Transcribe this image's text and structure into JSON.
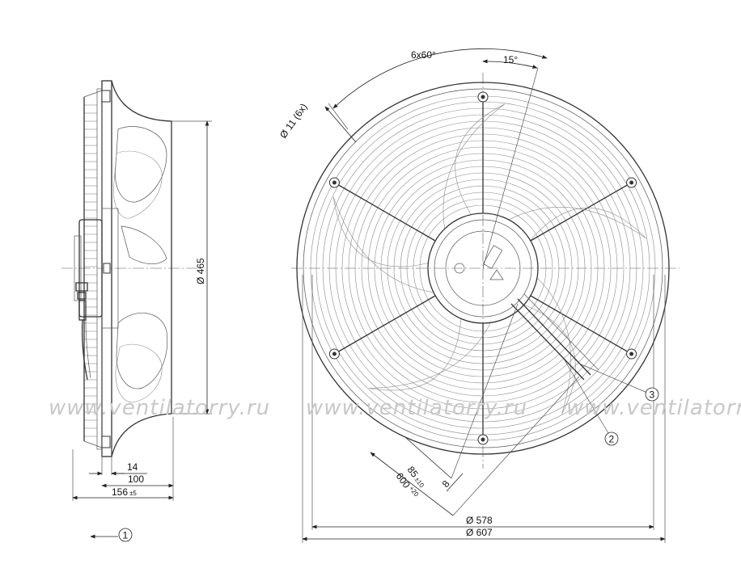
{
  "watermark": "www.ventilatorry.ru",
  "side_view": {
    "dims": {
      "d14": "14",
      "d100": "100",
      "d156": "156",
      "d156_tol": "±5",
      "d465": "Ø 465"
    },
    "callout_1": "1"
  },
  "front_view": {
    "dims": {
      "angle_6x60": "6x60°",
      "angle_15": "15°",
      "holes": "Ø 11 (6x)",
      "d85": "85",
      "d85_tol": "±10",
      "d600": "600",
      "d600_tol": "+20",
      "d8": "8",
      "d578": "Ø 578",
      "d607": "Ø 607"
    },
    "callouts": {
      "c2": "2",
      "c3": "3"
    }
  },
  "icons": {
    "callout": "circle-number-icon",
    "arrow": "arrow-left-icon",
    "bolt": "bolt-icon"
  }
}
